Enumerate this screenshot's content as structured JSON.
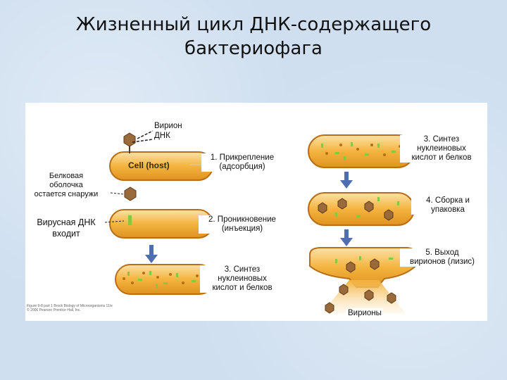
{
  "title": {
    "line1": "Жизненный цикл ДНК-содержащего",
    "line2": "бактериофага"
  },
  "labels": {
    "virion": "Вирион",
    "dna": "ДНК",
    "cell_host": "Cell (host)",
    "step1_line1": "1. Прикрепление",
    "step1_line2": "(адсорбция)",
    "protein_coat_line1": "Белковая",
    "protein_coat_line2": "оболочка",
    "protein_coat_line3": "остается снаружи",
    "viral_dna_line1": "Вирусная ДНК",
    "viral_dna_line2": "входит",
    "step2_line1": "2. Проникновение",
    "step2_line2": "(инъекция)",
    "step3a_line1": "3. Синтез",
    "step3a_line2": "нуклеиновых",
    "step3a_line3": "кислот и белков",
    "step3b_line1": "3. Синтез",
    "step3b_line2": "нуклеиновых",
    "step3b_line3": "кислот и белков",
    "step4_line1": "4. Сборка и",
    "step4_line2": "упаковка",
    "step5_line1": "5. Выход",
    "step5_line2": "вирионов (лизис)",
    "virions": "Вирионы",
    "credit_line1": "Figure 9-8 part 1 Brock Biology of Microorganisms 11/e",
    "credit_line2": "© 2006 Pearson Prentice Hall, Inc."
  },
  "colors": {
    "cell_fill": "#f2b13a",
    "cell_outline": "#b86e17",
    "arrow": "#4d6fb0",
    "dna_green": "#8cc63f",
    "virion_brown": "#9a6a3a"
  }
}
